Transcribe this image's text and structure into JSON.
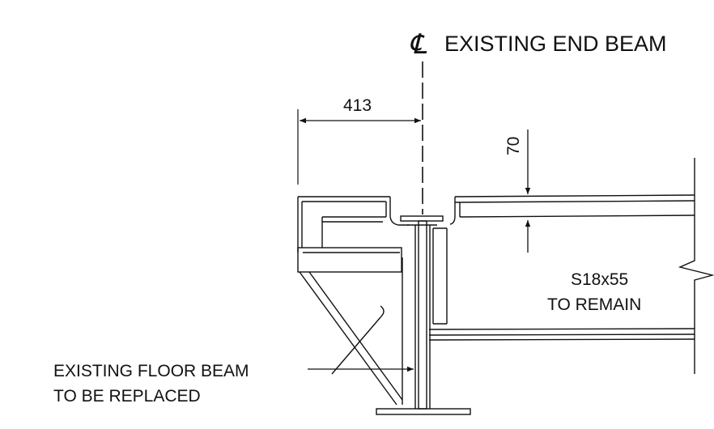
{
  "title": {
    "symbol": "℄",
    "text": "EXISTING END BEAM"
  },
  "dimensions": {
    "horizontal": "413",
    "vertical": "70"
  },
  "labels": {
    "beam_remain_line1": "S18x55",
    "beam_remain_line2": "TO REMAIN",
    "floor_beam_line1": "EXISTING FLOOR BEAM",
    "floor_beam_line2": "TO BE REPLACED"
  },
  "colors": {
    "ink": "#111111",
    "paper": "#ffffff"
  }
}
